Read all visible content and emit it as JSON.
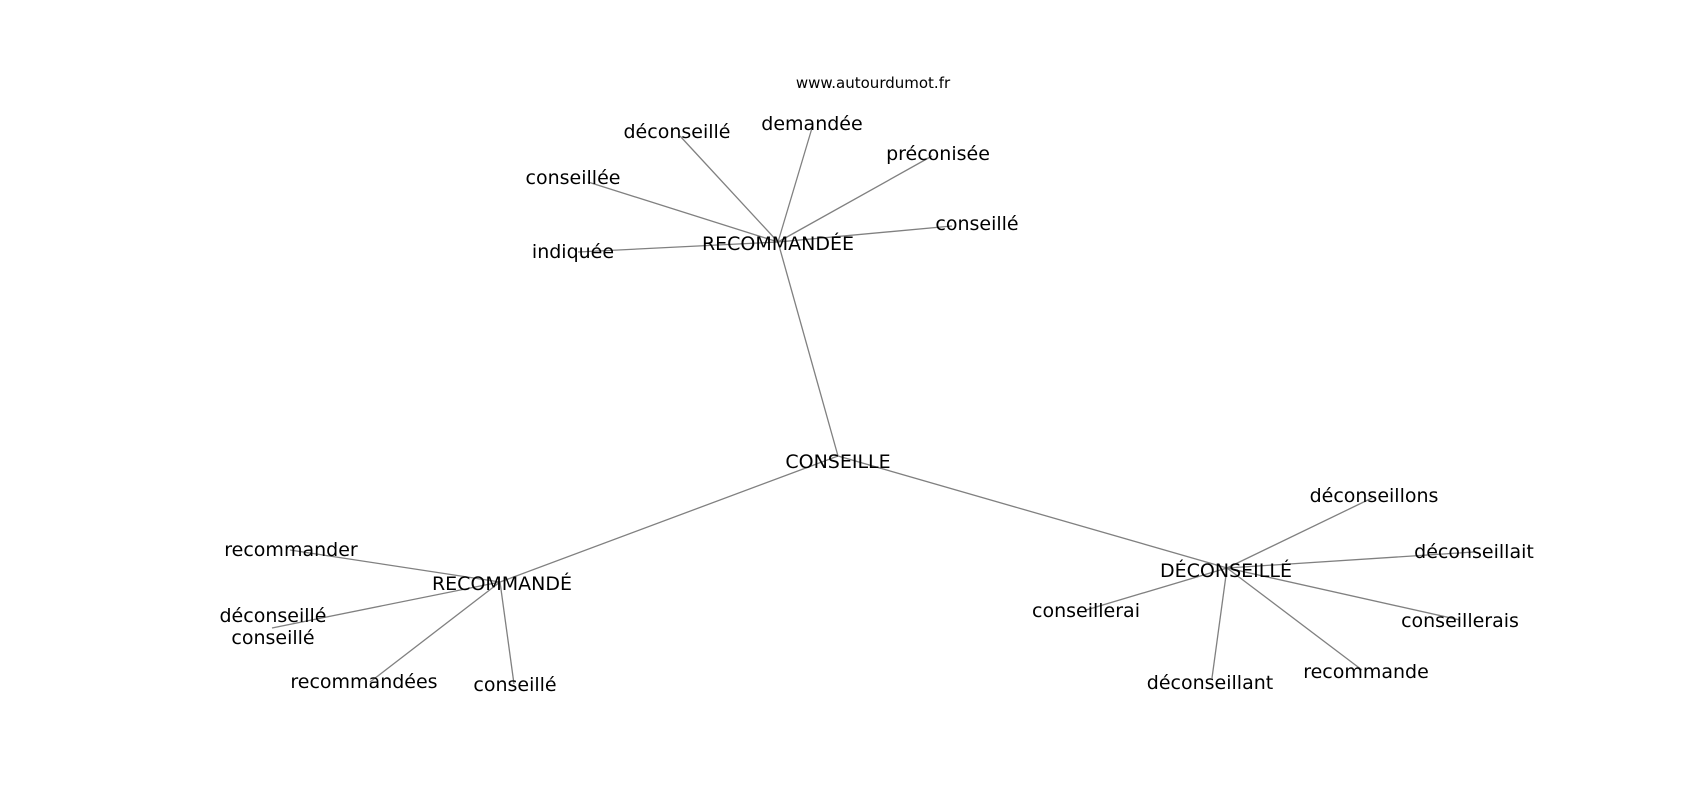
{
  "credit": "www.autourdumot.fr",
  "center": "CONSEILLE",
  "hubs": {
    "recommandee": "RECOMMANDÉE",
    "recommande": "RECOMMANDÉ",
    "deconseille": "DÉCONSEILLÉ"
  },
  "recommandee_words": [
    "déconseillé",
    "demandée",
    "préconisée",
    "conseillée",
    "conseillé",
    "indiquée"
  ],
  "recommande_words": [
    "recommander",
    "déconseillé",
    "conseillé",
    "recommandées",
    "conseillé"
  ],
  "deconseille_words": [
    "déconseillons",
    "déconseillait",
    "conseillerai",
    "conseillerais",
    "recommande",
    "déconseillant"
  ]
}
